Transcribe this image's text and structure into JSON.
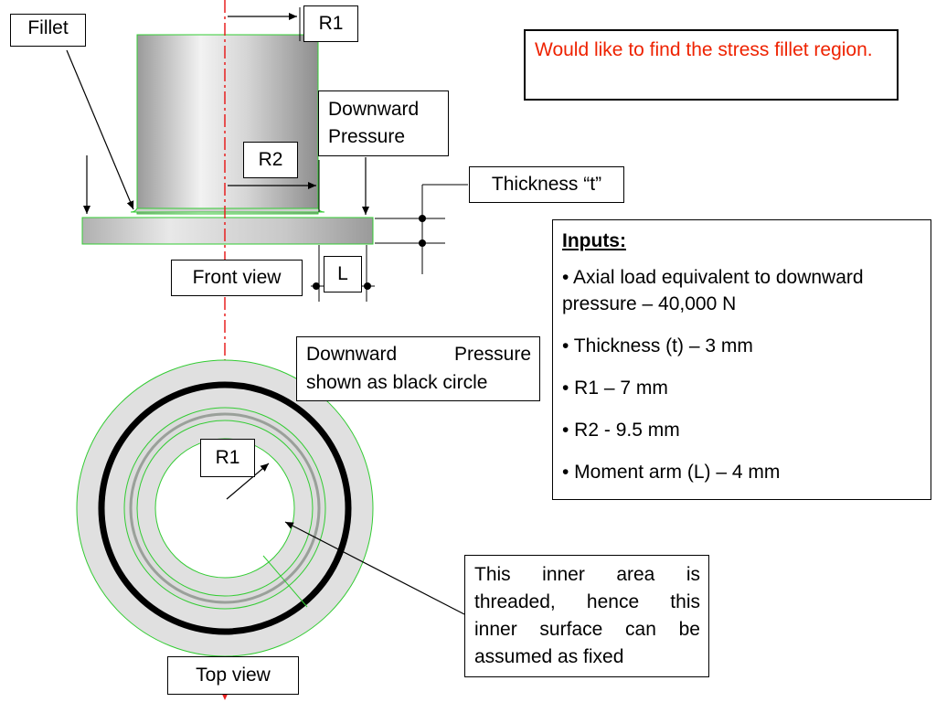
{
  "labels": {
    "fillet": "Fillet",
    "r1_top": "R1",
    "r2": "R2",
    "downward_pressure": "Downward Pressure",
    "thickness": "Thickness “t”",
    "front_view": "Front view",
    "l": "L",
    "pressure_circle_line1": "Downward Pressure",
    "pressure_circle_line2": "shown as black circle",
    "r1_bottom": "R1",
    "threaded_line1": "This inner area is",
    "threaded_line2": "threaded, hence this",
    "threaded_line3": "inner surface can be",
    "threaded_line4": "assumed as fixed",
    "top_view": "Top view"
  },
  "note": {
    "text": "Would like to find the stress fillet region.",
    "color": "#ee2200"
  },
  "inputs": {
    "heading": "Inputs:",
    "items": [
      "• Axial load equivalent to downward pressure – 40,000 N",
      "• Thickness (t) – 3 mm",
      "• R1 –  7 mm",
      "• R2 -  9.5 mm",
      "• Moment arm (L) – 4 mm"
    ]
  },
  "colors": {
    "centerline": "#e82020",
    "outline": "#33cc33",
    "pressure_ring": "#000000",
    "part_fill": "#e0e0e0"
  }
}
